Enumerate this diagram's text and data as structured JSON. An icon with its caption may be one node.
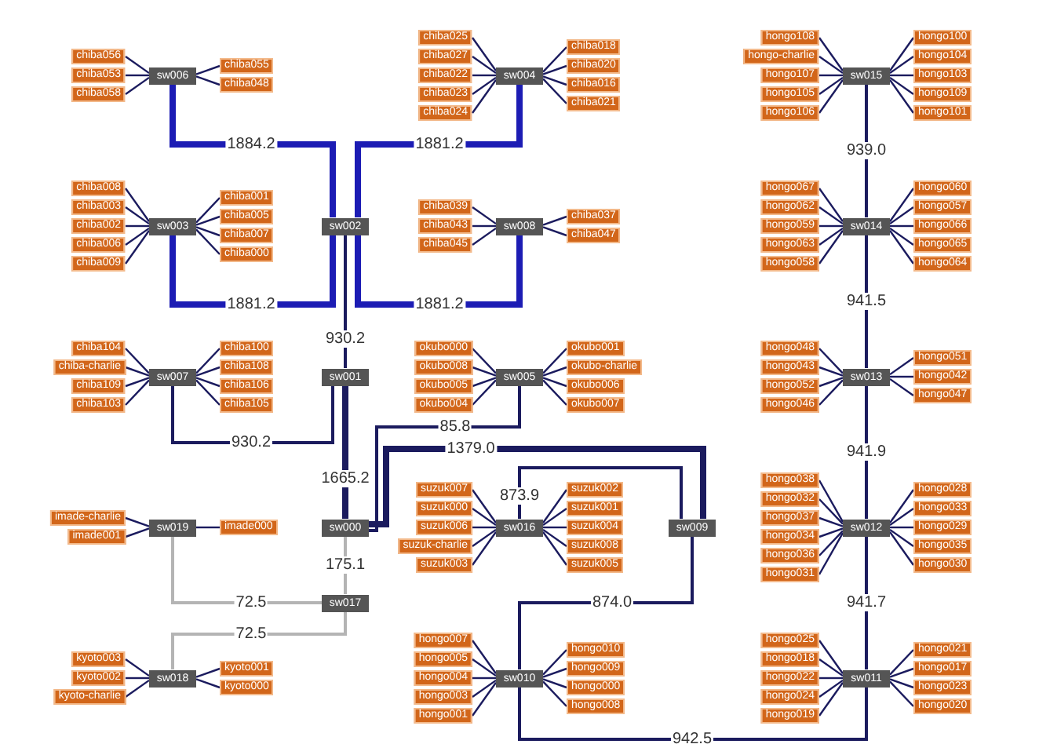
{
  "diagram": {
    "nodes": [
      {
        "text": [
          "sw000"
        ]
      },
      {
        "text": [
          "sw001"
        ]
      },
      {
        "text": [
          "sw002"
        ]
      },
      {
        "text": [
          "sw003"
        ]
      },
      {
        "text": [
          "sw004"
        ]
      },
      {
        "text": [
          "sw005"
        ]
      },
      {
        "text": [
          "sw006"
        ]
      },
      {
        "text": [
          "sw007"
        ]
      },
      {
        "text": [
          "sw008"
        ]
      },
      {
        "text": [
          "sw009"
        ]
      },
      {
        "text": [
          "sw010"
        ]
      },
      {
        "text": [
          "sw011"
        ]
      },
      {
        "text": [
          "sw012"
        ]
      },
      {
        "text": [
          "sw013"
        ]
      },
      {
        "text": [
          "sw014"
        ]
      },
      {
        "text": [
          "sw015"
        ]
      },
      {
        "text": [
          "sw016"
        ]
      },
      {
        "text": [
          "sw017"
        ]
      },
      {
        "text": [
          "sw018"
        ]
      },
      {
        "text": [
          "sw019"
        ]
      },
      {
        "text": [
          "chiba056"
        ]
      },
      {
        "text": [
          "chiba053"
        ]
      },
      {
        "text": [
          "chiba058"
        ]
      },
      {
        "text": [
          "chiba055"
        ]
      },
      {
        "text": [
          "chiba048"
        ]
      },
      {
        "text": [
          "chiba025"
        ]
      },
      {
        "text": [
          "chiba027"
        ]
      },
      {
        "text": [
          "chiba022"
        ]
      },
      {
        "text": [
          "chiba023"
        ]
      },
      {
        "text": [
          "chiba024"
        ]
      },
      {
        "text": [
          "chiba018"
        ]
      },
      {
        "text": [
          "chiba020"
        ]
      },
      {
        "text": [
          "chiba016"
        ]
      },
      {
        "text": [
          "chiba021"
        ]
      },
      {
        "text": [
          "chiba008"
        ]
      },
      {
        "text": [
          "chiba003"
        ]
      },
      {
        "text": [
          "chiba002"
        ]
      },
      {
        "text": [
          "chiba006"
        ]
      },
      {
        "text": [
          "chiba009"
        ]
      },
      {
        "text": [
          "chiba001"
        ]
      },
      {
        "text": [
          "chiba005"
        ]
      },
      {
        "text": [
          "chiba007"
        ]
      },
      {
        "text": [
          "chiba000"
        ]
      },
      {
        "text": [
          "chiba039"
        ]
      },
      {
        "text": [
          "chiba043"
        ]
      },
      {
        "text": [
          "chiba045"
        ]
      },
      {
        "text": [
          "chiba037"
        ]
      },
      {
        "text": [
          "chiba047"
        ]
      },
      {
        "text": [
          "chiba104"
        ]
      },
      {
        "text": [
          "chiba-charlie"
        ]
      },
      {
        "text": [
          "chiba109"
        ]
      },
      {
        "text": [
          "chiba103"
        ]
      },
      {
        "text": [
          "chiba100"
        ]
      },
      {
        "text": [
          "chiba108"
        ]
      },
      {
        "text": [
          "chiba106"
        ]
      },
      {
        "text": [
          "chiba105"
        ]
      },
      {
        "text": [
          "okubo000"
        ]
      },
      {
        "text": [
          "okubo008"
        ]
      },
      {
        "text": [
          "okubo005"
        ]
      },
      {
        "text": [
          "okubo004"
        ]
      },
      {
        "text": [
          "okubo001"
        ]
      },
      {
        "text": [
          "okubo-charlie"
        ]
      },
      {
        "text": [
          "okubo006"
        ]
      },
      {
        "text": [
          "okubo007"
        ]
      },
      {
        "text": [
          "imade-charlie"
        ]
      },
      {
        "text": [
          "imade001"
        ]
      },
      {
        "text": [
          "imade000"
        ]
      },
      {
        "text": [
          "kyoto003"
        ]
      },
      {
        "text": [
          "kyoto002"
        ]
      },
      {
        "text": [
          "kyoto-charlie"
        ]
      },
      {
        "text": [
          "kyoto001"
        ]
      },
      {
        "text": [
          "kyoto000"
        ]
      },
      {
        "text": [
          "suzuk007"
        ]
      },
      {
        "text": [
          "suzuk000"
        ]
      },
      {
        "text": [
          "suzuk006"
        ]
      },
      {
        "text": [
          "suzuk-charlie"
        ]
      },
      {
        "text": [
          "suzuk003"
        ]
      },
      {
        "text": [
          "suzuk002"
        ]
      },
      {
        "text": [
          "suzuk001"
        ]
      },
      {
        "text": [
          "suzuk004"
        ]
      },
      {
        "text": [
          "suzuk008"
        ]
      },
      {
        "text": [
          "suzuk005"
        ]
      },
      {
        "text": [
          "hongo007"
        ]
      },
      {
        "text": [
          "hongo005"
        ]
      },
      {
        "text": [
          "hongo004"
        ]
      },
      {
        "text": [
          "hongo003"
        ]
      },
      {
        "text": [
          "hongo001"
        ]
      },
      {
        "text": [
          "hongo010"
        ]
      },
      {
        "text": [
          "hongo009"
        ]
      },
      {
        "text": [
          "hongo000"
        ]
      },
      {
        "text": [
          "hongo008"
        ]
      },
      {
        "text": [
          "hongo025"
        ]
      },
      {
        "text": [
          "hongo018"
        ]
      },
      {
        "text": [
          "hongo022"
        ]
      },
      {
        "text": [
          "hongo024"
        ]
      },
      {
        "text": [
          "hongo019"
        ]
      },
      {
        "text": [
          "hongo021"
        ]
      },
      {
        "text": [
          "hongo017"
        ]
      },
      {
        "text": [
          "hongo023"
        ]
      },
      {
        "text": [
          "hongo020"
        ]
      },
      {
        "text": [
          "hongo038"
        ]
      },
      {
        "text": [
          "hongo032"
        ]
      },
      {
        "text": [
          "hongo037"
        ]
      },
      {
        "text": [
          "hongo034"
        ]
      },
      {
        "text": [
          "hongo036"
        ]
      },
      {
        "text": [
          "hongo031"
        ]
      },
      {
        "text": [
          "hongo028"
        ]
      },
      {
        "text": [
          "hongo033"
        ]
      },
      {
        "text": [
          "hongo029"
        ]
      },
      {
        "text": [
          "hongo035"
        ]
      },
      {
        "text": [
          "hongo030"
        ]
      },
      {
        "text": [
          "hongo048"
        ]
      },
      {
        "text": [
          "hongo043"
        ]
      },
      {
        "text": [
          "hongo052"
        ]
      },
      {
        "text": [
          "hongo046"
        ]
      },
      {
        "text": [
          "hongo051"
        ]
      },
      {
        "text": [
          "hongo042"
        ]
      },
      {
        "text": [
          "hongo047"
        ]
      },
      {
        "text": [
          "hongo067"
        ]
      },
      {
        "text": [
          "hongo062"
        ]
      },
      {
        "text": [
          "hongo059"
        ]
      },
      {
        "text": [
          "hongo063"
        ]
      },
      {
        "text": [
          "hongo058"
        ]
      },
      {
        "text": [
          "hongo060"
        ]
      },
      {
        "text": [
          "hongo057"
        ]
      },
      {
        "text": [
          "hongo066"
        ]
      },
      {
        "text": [
          "hongo065"
        ]
      },
      {
        "text": [
          "hongo064"
        ]
      },
      {
        "text": [
          "hongo108"
        ]
      },
      {
        "text": [
          "hongo-charlie"
        ]
      },
      {
        "text": [
          "hongo107"
        ]
      },
      {
        "text": [
          "hongo105"
        ]
      },
      {
        "text": [
          "hongo106"
        ]
      },
      {
        "text": [
          "hongo100"
        ]
      },
      {
        "text": [
          "hongo104"
        ]
      },
      {
        "text": [
          "hongo103"
        ]
      },
      {
        "text": [
          "hongo109"
        ]
      },
      {
        "text": [
          "hongo101"
        ]
      }
    ],
    "edges": [
      {
        "from": 2,
        "to": 6,
        "arrow": "none",
        "label": "1884.2",
        "style": "thick",
        "color": "#1c1cb4"
      },
      {
        "from": 2,
        "to": 4,
        "arrow": "none",
        "label": "1881.2",
        "style": "thick",
        "color": "#1c1cb4"
      },
      {
        "from": 2,
        "to": 3,
        "arrow": "none",
        "label": "1881.2",
        "style": "thick",
        "color": "#1c1cb4"
      },
      {
        "from": 2,
        "to": 8,
        "arrow": "none",
        "label": "1881.2",
        "style": "thick",
        "color": "#1c1cb4"
      },
      {
        "from": 1,
        "to": 2,
        "arrow": "none",
        "label": "930.2"
      },
      {
        "from": 1,
        "to": 7,
        "arrow": "none",
        "label": "930.2"
      },
      {
        "from": 0,
        "to": 1,
        "arrow": "none",
        "label": "1665.2",
        "style": "thick"
      },
      {
        "from": 0,
        "to": 5,
        "arrow": "none",
        "label": "85.8"
      },
      {
        "from": 0,
        "to": 9,
        "arrow": "none",
        "label": "1379.0",
        "style": "thick"
      },
      {
        "from": 9,
        "to": 16,
        "arrow": "none",
        "label": "873.9"
      },
      {
        "from": 9,
        "to": 10,
        "arrow": "none",
        "label": "874.0"
      },
      {
        "from": 10,
        "to": 11,
        "arrow": "none",
        "label": "942.5"
      },
      {
        "from": 11,
        "to": 12,
        "arrow": "none",
        "label": "941.7"
      },
      {
        "from": 12,
        "to": 13,
        "arrow": "none",
        "label": "941.9"
      },
      {
        "from": 13,
        "to": 14,
        "arrow": "none",
        "label": "941.5"
      },
      {
        "from": 14,
        "to": 15,
        "arrow": "none",
        "label": "939.0"
      },
      {
        "from": 0,
        "to": 17,
        "arrow": "none",
        "label": "175.1",
        "color": "#b4b4b4"
      },
      {
        "from": 17,
        "to": 19,
        "arrow": "none",
        "label": "72.5",
        "color": "#b4b4b4"
      },
      {
        "from": 17,
        "to": 18,
        "arrow": "none",
        "label": "72.5",
        "color": "#b4b4b4"
      },
      {
        "from": 6,
        "to": 20,
        "arrow": "none"
      },
      {
        "from": 6,
        "to": 21,
        "arrow": "none"
      },
      {
        "from": 6,
        "to": 22,
        "arrow": "none"
      },
      {
        "from": 6,
        "to": 23,
        "arrow": "none"
      },
      {
        "from": 6,
        "to": 24,
        "arrow": "none"
      },
      {
        "from": 4,
        "to": 25,
        "arrow": "none"
      },
      {
        "from": 4,
        "to": 26,
        "arrow": "none"
      },
      {
        "from": 4,
        "to": 27,
        "arrow": "none"
      },
      {
        "from": 4,
        "to": 28,
        "arrow": "none"
      },
      {
        "from": 4,
        "to": 29,
        "arrow": "none"
      },
      {
        "from": 4,
        "to": 30,
        "arrow": "none"
      },
      {
        "from": 4,
        "to": 31,
        "arrow": "none"
      },
      {
        "from": 4,
        "to": 32,
        "arrow": "none"
      },
      {
        "from": 4,
        "to": 33,
        "arrow": "none"
      },
      {
        "from": 3,
        "to": 34,
        "arrow": "none"
      },
      {
        "from": 3,
        "to": 35,
        "arrow": "none"
      },
      {
        "from": 3,
        "to": 36,
        "arrow": "none"
      },
      {
        "from": 3,
        "to": 37,
        "arrow": "none"
      },
      {
        "from": 3,
        "to": 38,
        "arrow": "none"
      },
      {
        "from": 3,
        "to": 39,
        "arrow": "none"
      },
      {
        "from": 3,
        "to": 40,
        "arrow": "none"
      },
      {
        "from": 3,
        "to": 41,
        "arrow": "none"
      },
      {
        "from": 3,
        "to": 42,
        "arrow": "none"
      },
      {
        "from": 8,
        "to": 43,
        "arrow": "none"
      },
      {
        "from": 8,
        "to": 44,
        "arrow": "none"
      },
      {
        "from": 8,
        "to": 45,
        "arrow": "none"
      },
      {
        "from": 8,
        "to": 46,
        "arrow": "none"
      },
      {
        "from": 8,
        "to": 47,
        "arrow": "none"
      },
      {
        "from": 7,
        "to": 48,
        "arrow": "none"
      },
      {
        "from": 7,
        "to": 49,
        "arrow": "none"
      },
      {
        "from": 7,
        "to": 50,
        "arrow": "none"
      },
      {
        "from": 7,
        "to": 51,
        "arrow": "none"
      },
      {
        "from": 7,
        "to": 52,
        "arrow": "none"
      },
      {
        "from": 7,
        "to": 53,
        "arrow": "none"
      },
      {
        "from": 7,
        "to": 54,
        "arrow": "none"
      },
      {
        "from": 7,
        "to": 55,
        "arrow": "none"
      },
      {
        "from": 5,
        "to": 56,
        "arrow": "none"
      },
      {
        "from": 5,
        "to": 57,
        "arrow": "none"
      },
      {
        "from": 5,
        "to": 58,
        "arrow": "none"
      },
      {
        "from": 5,
        "to": 59,
        "arrow": "none"
      },
      {
        "from": 5,
        "to": 60,
        "arrow": "none"
      },
      {
        "from": 5,
        "to": 61,
        "arrow": "none"
      },
      {
        "from": 5,
        "to": 62,
        "arrow": "none"
      },
      {
        "from": 5,
        "to": 63,
        "arrow": "none"
      },
      {
        "from": 19,
        "to": 64,
        "arrow": "none"
      },
      {
        "from": 19,
        "to": 65,
        "arrow": "none"
      },
      {
        "from": 19,
        "to": 66,
        "arrow": "none"
      },
      {
        "from": 18,
        "to": 67,
        "arrow": "none"
      },
      {
        "from": 18,
        "to": 68,
        "arrow": "none"
      },
      {
        "from": 18,
        "to": 69,
        "arrow": "none"
      },
      {
        "from": 18,
        "to": 70,
        "arrow": "none"
      },
      {
        "from": 18,
        "to": 71,
        "arrow": "none"
      },
      {
        "from": 16,
        "to": 72,
        "arrow": "none"
      },
      {
        "from": 16,
        "to": 73,
        "arrow": "none"
      },
      {
        "from": 16,
        "to": 74,
        "arrow": "none"
      },
      {
        "from": 16,
        "to": 75,
        "arrow": "none"
      },
      {
        "from": 16,
        "to": 76,
        "arrow": "none"
      },
      {
        "from": 16,
        "to": 77,
        "arrow": "none"
      },
      {
        "from": 16,
        "to": 78,
        "arrow": "none"
      },
      {
        "from": 16,
        "to": 79,
        "arrow": "none"
      },
      {
        "from": 16,
        "to": 80,
        "arrow": "none"
      },
      {
        "from": 16,
        "to": 81,
        "arrow": "none"
      },
      {
        "from": 10,
        "to": 82,
        "arrow": "none"
      },
      {
        "from": 10,
        "to": 83,
        "arrow": "none"
      },
      {
        "from": 10,
        "to": 84,
        "arrow": "none"
      },
      {
        "from": 10,
        "to": 85,
        "arrow": "none"
      },
      {
        "from": 10,
        "to": 86,
        "arrow": "none"
      },
      {
        "from": 10,
        "to": 87,
        "arrow": "none"
      },
      {
        "from": 10,
        "to": 88,
        "arrow": "none"
      },
      {
        "from": 10,
        "to": 89,
        "arrow": "none"
      },
      {
        "from": 10,
        "to": 90,
        "arrow": "none"
      },
      {
        "from": 11,
        "to": 91,
        "arrow": "none"
      },
      {
        "from": 11,
        "to": 92,
        "arrow": "none"
      },
      {
        "from": 11,
        "to": 93,
        "arrow": "none"
      },
      {
        "from": 11,
        "to": 94,
        "arrow": "none"
      },
      {
        "from": 11,
        "to": 95,
        "arrow": "none"
      },
      {
        "from": 11,
        "to": 96,
        "arrow": "none"
      },
      {
        "from": 11,
        "to": 97,
        "arrow": "none"
      },
      {
        "from": 11,
        "to": 98,
        "arrow": "none"
      },
      {
        "from": 11,
        "to": 99,
        "arrow": "none"
      },
      {
        "from": 12,
        "to": 100,
        "arrow": "none"
      },
      {
        "from": 12,
        "to": 101,
        "arrow": "none"
      },
      {
        "from": 12,
        "to": 102,
        "arrow": "none"
      },
      {
        "from": 12,
        "to": 103,
        "arrow": "none"
      },
      {
        "from": 12,
        "to": 104,
        "arrow": "none"
      },
      {
        "from": 12,
        "to": 105,
        "arrow": "none"
      },
      {
        "from": 12,
        "to": 106,
        "arrow": "none"
      },
      {
        "from": 12,
        "to": 107,
        "arrow": "none"
      },
      {
        "from": 12,
        "to": 108,
        "arrow": "none"
      },
      {
        "from": 12,
        "to": 109,
        "arrow": "none"
      },
      {
        "from": 12,
        "to": 110,
        "arrow": "none"
      },
      {
        "from": 13,
        "to": 111,
        "arrow": "none"
      },
      {
        "from": 13,
        "to": 112,
        "arrow": "none"
      },
      {
        "from": 13,
        "to": 113,
        "arrow": "none"
      },
      {
        "from": 13,
        "to": 114,
        "arrow": "none"
      },
      {
        "from": 13,
        "to": 115,
        "arrow": "none"
      },
      {
        "from": 13,
        "to": 116,
        "arrow": "none"
      },
      {
        "from": 13,
        "to": 117,
        "arrow": "none"
      },
      {
        "from": 14,
        "to": 118,
        "arrow": "none"
      },
      {
        "from": 14,
        "to": 119,
        "arrow": "none"
      },
      {
        "from": 14,
        "to": 120,
        "arrow": "none"
      },
      {
        "from": 14,
        "to": 121,
        "arrow": "none"
      },
      {
        "from": 14,
        "to": 122,
        "arrow": "none"
      },
      {
        "from": 14,
        "to": 123,
        "arrow": "none"
      },
      {
        "from": 14,
        "to": 124,
        "arrow": "none"
      },
      {
        "from": 14,
        "to": 125,
        "arrow": "none"
      },
      {
        "from": 14,
        "to": 126,
        "arrow": "none"
      },
      {
        "from": 14,
        "to": 127,
        "arrow": "none"
      },
      {
        "from": 15,
        "to": 128,
        "arrow": "none"
      },
      {
        "from": 15,
        "to": 129,
        "arrow": "none"
      },
      {
        "from": 15,
        "to": 130,
        "arrow": "none"
      },
      {
        "from": 15,
        "to": 131,
        "arrow": "none"
      },
      {
        "from": 15,
        "to": 132,
        "arrow": "none"
      },
      {
        "from": 15,
        "to": 133,
        "arrow": "none"
      },
      {
        "from": 15,
        "to": 134,
        "arrow": "none"
      },
      {
        "from": 15,
        "to": 135,
        "arrow": "none"
      },
      {
        "from": 15,
        "to": 136,
        "arrow": "none"
      },
      {
        "from": 15,
        "to": 137,
        "arrow": "none"
      }
    ]
  }
}
